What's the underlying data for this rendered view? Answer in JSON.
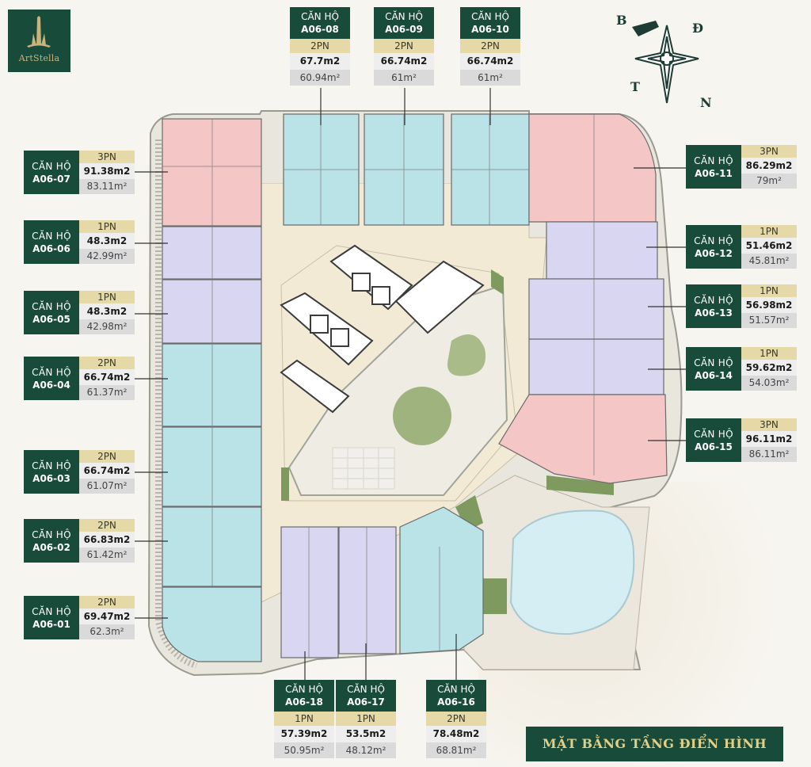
{
  "brand": {
    "name": "ArtStella"
  },
  "compass": {
    "north_top": "B",
    "east": "Đ",
    "west": "T",
    "south": "N"
  },
  "title": "MẶT BẰNG TẦNG ĐIỂN HÌNH",
  "colors": {
    "brand_green": "#184b3a",
    "gold": "#e6d9a8",
    "unit_3pn": "#f4c6c6",
    "unit_2pn": "#b9e3e6",
    "unit_1pn": "#d8d6f0",
    "corridor": "#f3ead6"
  },
  "units": [
    {
      "label": "CĂN HỘ",
      "code": "A06-07",
      "type": "3PN",
      "area_gross": "91.38m2",
      "area_net": "83.11m²"
    },
    {
      "label": "CĂN HỘ",
      "code": "A06-06",
      "type": "1PN",
      "area_gross": "48.3m2",
      "area_net": "42.99m²"
    },
    {
      "label": "CĂN HỘ",
      "code": "A06-05",
      "type": "1PN",
      "area_gross": "48.3m2",
      "area_net": "42.98m²"
    },
    {
      "label": "CĂN HỘ",
      "code": "A06-04",
      "type": "2PN",
      "area_gross": "66.74m2",
      "area_net": "61.37m²"
    },
    {
      "label": "CĂN HỘ",
      "code": "A06-03",
      "type": "2PN",
      "area_gross": "66.74m2",
      "area_net": "61.07m²"
    },
    {
      "label": "CĂN HỘ",
      "code": "A06-02",
      "type": "2PN",
      "area_gross": "66.83m2",
      "area_net": "61.42m²"
    },
    {
      "label": "CĂN HỘ",
      "code": "A06-01",
      "type": "2PN",
      "area_gross": "69.47m2",
      "area_net": "62.3m²"
    },
    {
      "label": "CĂN HỘ",
      "code": "A06-11",
      "type": "3PN",
      "area_gross": "86.29m2",
      "area_net": "79m²"
    },
    {
      "label": "CĂN HỘ",
      "code": "A06-12",
      "type": "1PN",
      "area_gross": "51.46m2",
      "area_net": "45.81m²"
    },
    {
      "label": "CĂN HỘ",
      "code": "A06-13",
      "type": "1PN",
      "area_gross": "56.98m2",
      "area_net": "51.57m²"
    },
    {
      "label": "CĂN HỘ",
      "code": "A06-14",
      "type": "1PN",
      "area_gross": "59.62m2",
      "area_net": "54.03m²"
    },
    {
      "label": "CĂN HỘ",
      "code": "A06-15",
      "type": "3PN",
      "area_gross": "96.11m2",
      "area_net": "86.11m²"
    },
    {
      "label": "CĂN HỘ",
      "code": "A06-08",
      "type": "2PN",
      "area_gross": "67.7m2",
      "area_net": "60.94m²"
    },
    {
      "label": "CĂN HỘ",
      "code": "A06-09",
      "type": "2PN",
      "area_gross": "66.74m2",
      "area_net": "61m²"
    },
    {
      "label": "CĂN HỘ",
      "code": "A06-10",
      "type": "2PN",
      "area_gross": "66.74m2",
      "area_net": "61m²"
    },
    {
      "label": "CĂN HỘ",
      "code": "A06-18",
      "type": "1PN",
      "area_gross": "57.39m2",
      "area_net": "50.95m²"
    },
    {
      "label": "CĂN HỘ",
      "code": "A06-17",
      "type": "1PN",
      "area_gross": "53.5m2",
      "area_net": "48.12m²"
    },
    {
      "label": "CĂN HỘ",
      "code": "A06-16",
      "type": "2PN",
      "area_gross": "78.48m2",
      "area_net": "68.81m²"
    }
  ]
}
